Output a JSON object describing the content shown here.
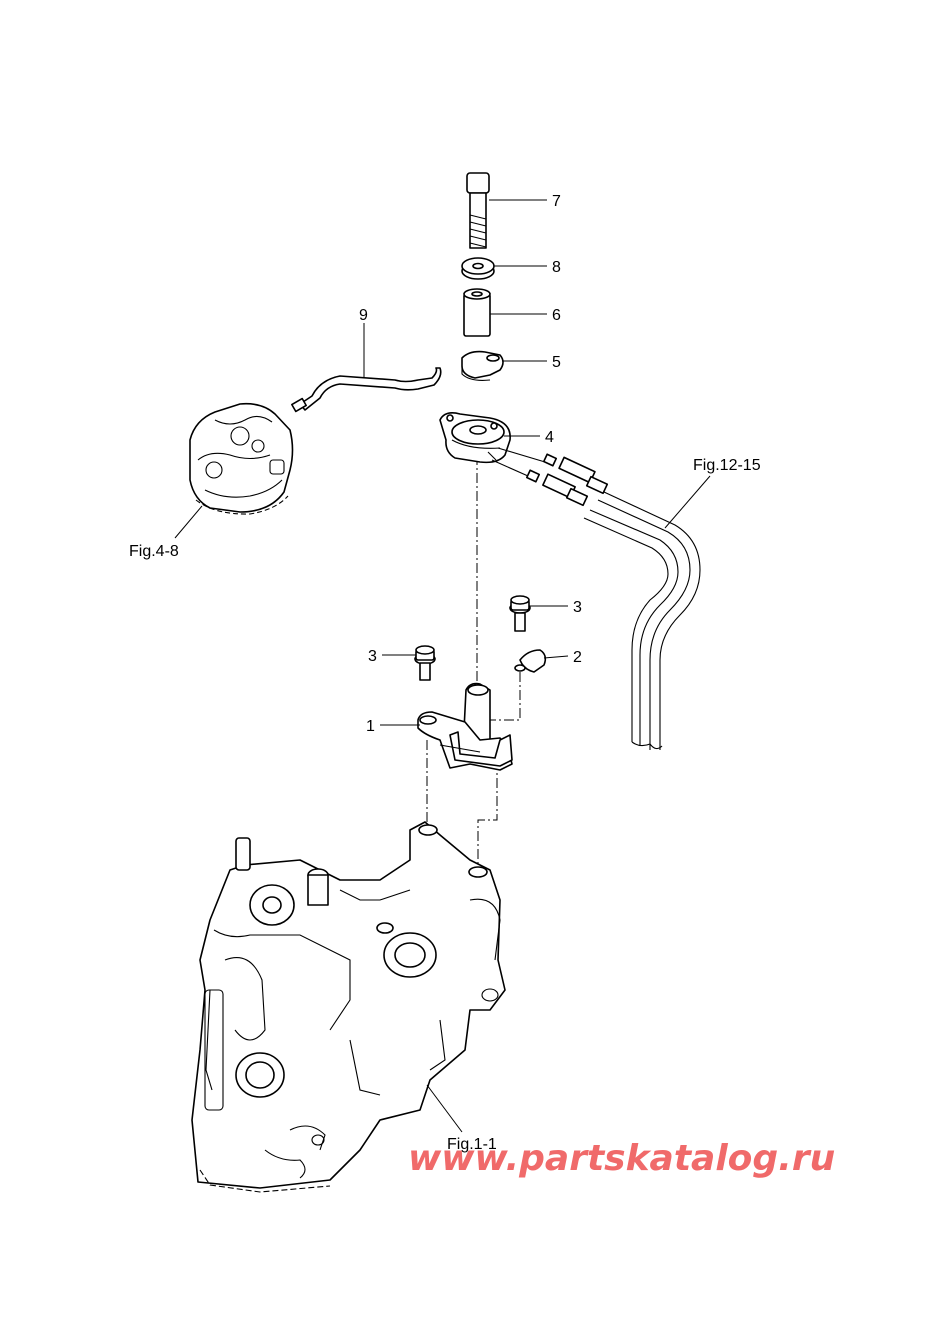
{
  "callouts": {
    "p1": "1",
    "p2": "2",
    "p3a": "3",
    "p3b": "3",
    "p4": "4",
    "p5": "5",
    "p6": "6",
    "p7": "7",
    "p8": "8",
    "p9": "9"
  },
  "references": {
    "fig4_8": "Fig.4-8",
    "fig12_15": "Fig.12-15",
    "fig1_1": "Fig.1-1"
  },
  "watermark": "www.partskatalog.ru",
  "colors": {
    "watermark": "#f06a6a",
    "line": "#000000"
  }
}
